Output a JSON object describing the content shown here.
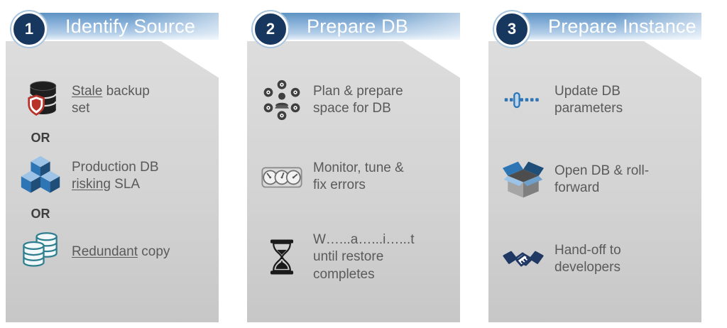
{
  "columns": [
    {
      "number": "1",
      "title": "Identify Source",
      "or_label": "OR",
      "items": [
        {
          "icon": "database-shield",
          "pre": "",
          "underline": "Stale",
          "post": " backup\nset"
        },
        {
          "icon": "blue-cubes",
          "pre": "Production DB\n",
          "underline": "risking",
          "post": " SLA"
        },
        {
          "icon": "database-copy",
          "pre": "",
          "underline": "Redundant",
          "post": " copy"
        }
      ]
    },
    {
      "number": "2",
      "title": "Prepare DB",
      "items": [
        {
          "icon": "gears-team",
          "pre": "Plan & prepare\nspace for DB",
          "underline": "",
          "post": ""
        },
        {
          "icon": "gauges",
          "pre": "Monitor, tune &\nfix errors",
          "underline": "",
          "post": ""
        },
        {
          "icon": "hourglass",
          "pre": "W…...a…...i…...t\nuntil restore\ncompletes",
          "underline": "",
          "post": ""
        }
      ]
    },
    {
      "number": "3",
      "title": "Prepare Instance",
      "items": [
        {
          "icon": "slider-parameters",
          "pre": "Update DB\nparameters",
          "underline": "",
          "post": ""
        },
        {
          "icon": "open-box",
          "pre": "Open DB & roll-\nforward",
          "underline": "",
          "post": ""
        },
        {
          "icon": "handshake",
          "pre": "Hand-off to\ndevelopers",
          "underline": "",
          "post": ""
        }
      ]
    }
  ],
  "colors": {
    "header_blue_dark": "#5d92c2",
    "header_blue_light": "#e6f0f9",
    "step_circle_navy": "#17375e",
    "panel_gray": "#d3d3d3",
    "text_gray": "#5a5a5a",
    "shield_red": "#b8322a",
    "cube_blue": "#2e75b6",
    "cube_blue_dark": "#1f4e79",
    "cube_blue_light": "#9dc3e6",
    "teal": "#2e7e8f",
    "handshake_navy": "#203864"
  }
}
